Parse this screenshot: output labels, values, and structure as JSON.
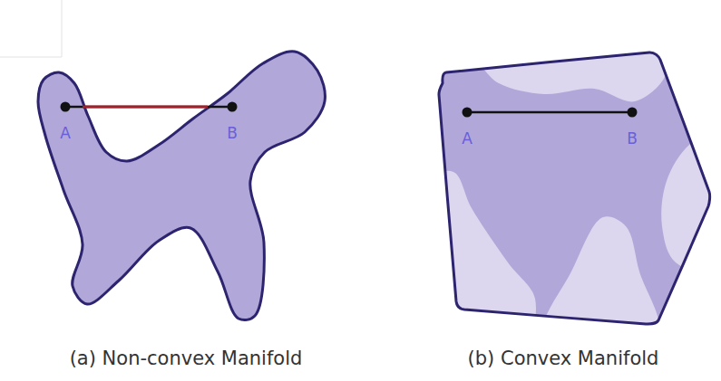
{
  "diagram": {
    "labels": [
      "A",
      "B",
      "A",
      "B",
      "(a) Non-convex Manifold",
      "(b) Convex Manifold"
    ]
  }
}
